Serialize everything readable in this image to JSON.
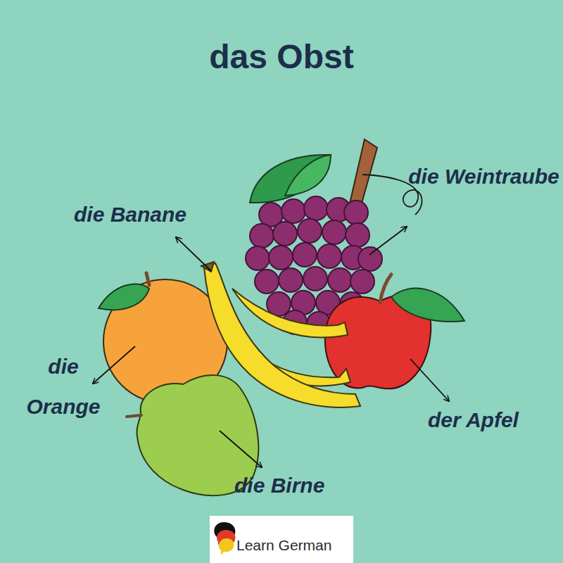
{
  "diagram": {
    "title": "das Obst",
    "labels": [
      "die Banane",
      "die Weintraube",
      "die Orange",
      "der Apfel",
      "die Birne",
      "Learn German"
    ]
  }
}
